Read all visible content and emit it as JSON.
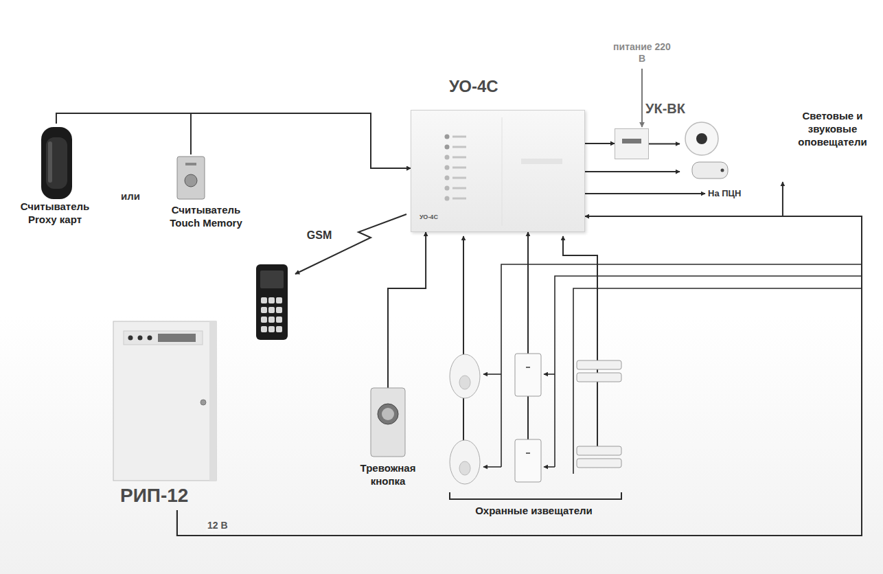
{
  "diagram": {
    "nodes": [
      {
        "text": [
          "Считыватель Proxy карт"
        ]
      },
      {
        "text": [
          "Считыватель Touch Memory"
        ]
      },
      {
        "text": [
          "УО-4С",
          "УО-4С"
        ]
      },
      {
        "text": [
          "УК-ВК"
        ]
      },
      {
        "text": [
          "Световые и звуковые оповещатели"
        ]
      },
      {
        "text": [
          "Тревожная кнопка"
        ]
      },
      {
        "text": [
          "Охранные извещатели"
        ]
      },
      {
        "text": [
          "РИП-12"
        ]
      }
    ],
    "edges": [
      {
        "from": 0,
        "to": 2,
        "arrow": "to"
      },
      {
        "from": 1,
        "to": 2,
        "arrow": "to"
      },
      {
        "from": 2,
        "to": 3,
        "arrow": "to"
      },
      {
        "from": 3,
        "to": 4,
        "arrow": "to"
      },
      {
        "from": 2,
        "to": 4,
        "arrow": "to"
      },
      {
        "from": 5,
        "to": 2,
        "arrow": "to"
      },
      {
        "from": 6,
        "to": 2,
        "arrow": "to"
      },
      {
        "from": 7,
        "to": 2,
        "label": "12 В",
        "arrow": "to"
      },
      {
        "from": 7,
        "to": 4,
        "arrow": "to"
      }
    ],
    "labels": [
      "питание 220 В",
      "или",
      "GSM",
      "На ПЦН"
    ]
  }
}
